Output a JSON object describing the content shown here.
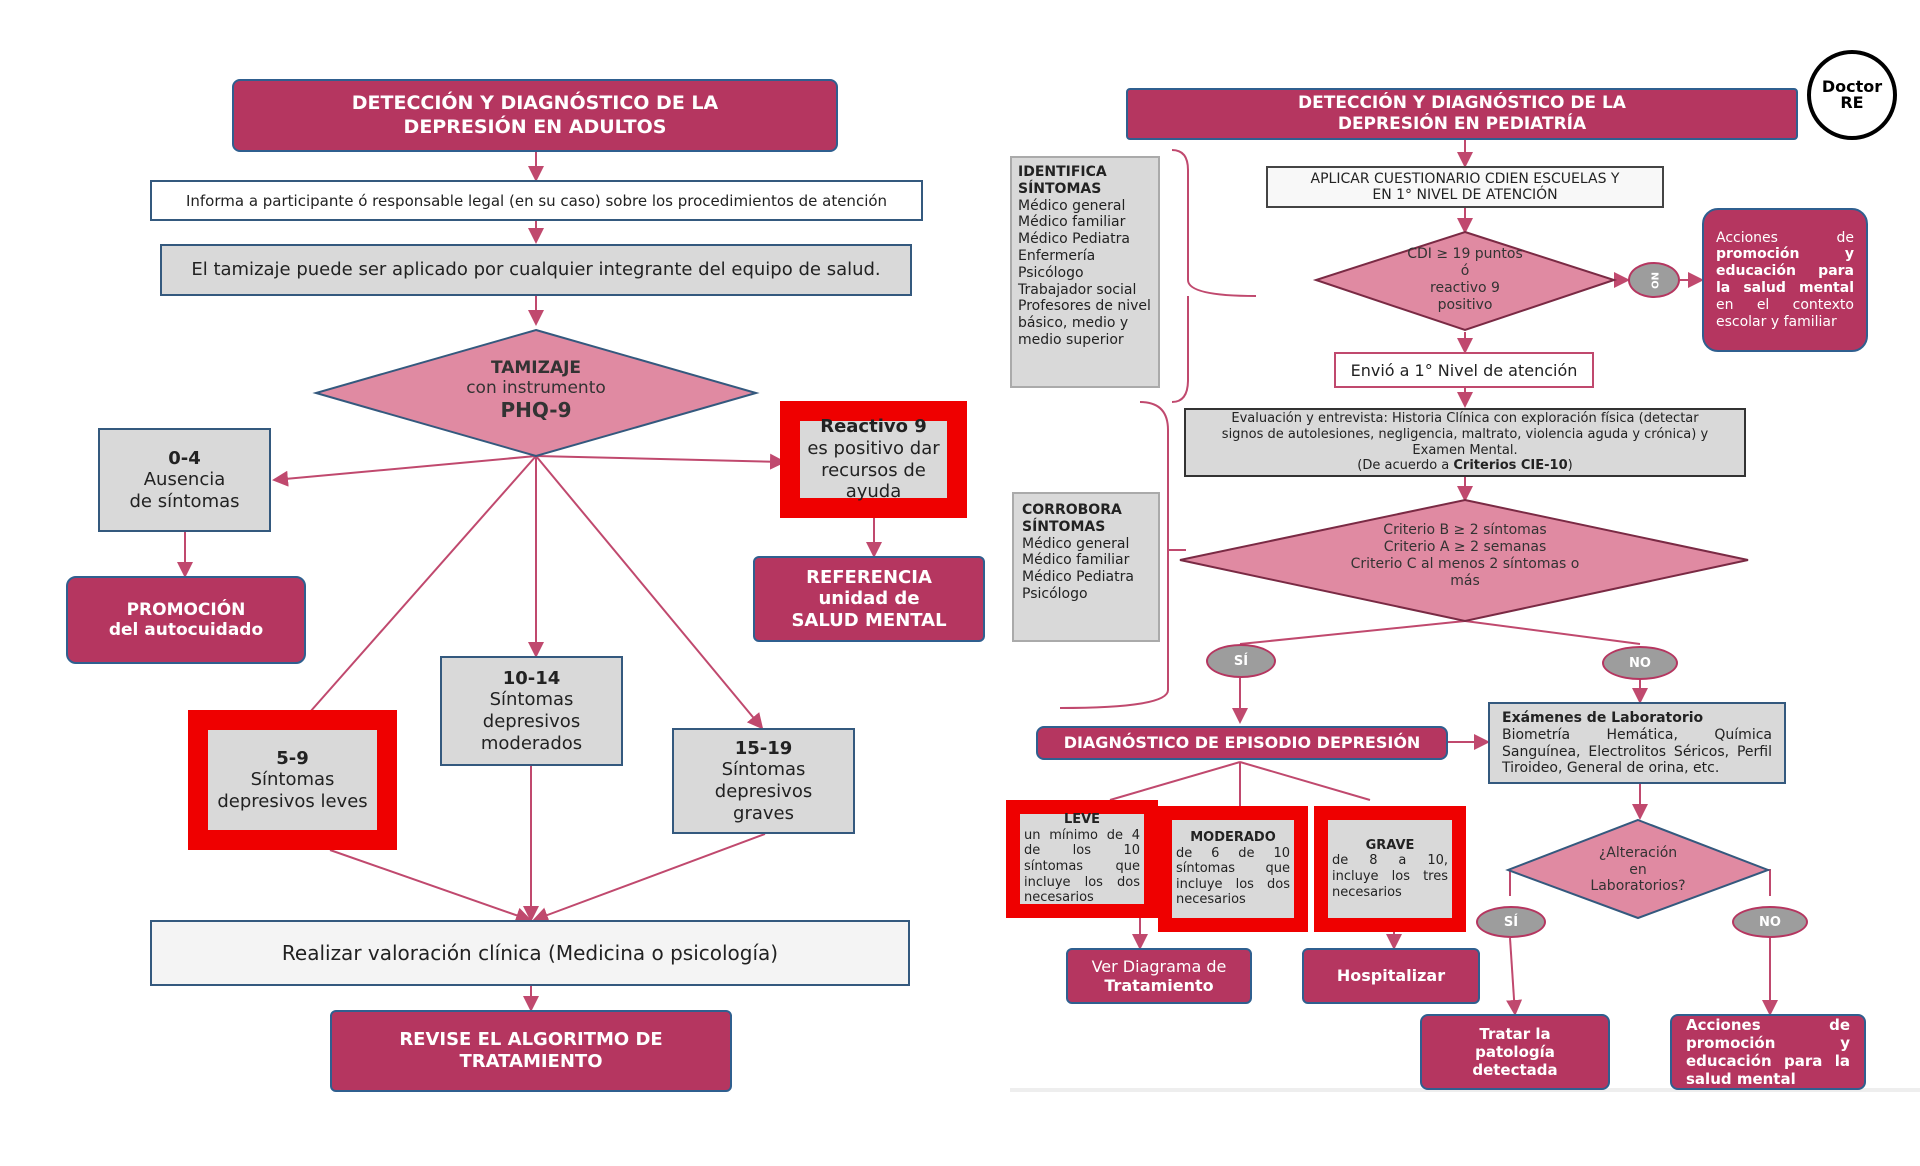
{
  "adults": {
    "title_l1": "DETECCIÓN Y DIAGNÓSTICO DE LA",
    "title_l2": "DEPRESIÓN EN ADULTOS",
    "inform": "Informa a participante ó responsable legal (en su caso) sobre los procedimientos de atención",
    "screening_note": "El tamizaje puede ser aplicado por cualquier integrante del equipo de salud.",
    "tamizaje_title": "TAMIZAJE",
    "tamizaje_sub": "con instrumento",
    "tamizaje_tool": "PHQ-9",
    "score_0_4": "0-4",
    "score_0_4_l1": "Ausencia",
    "score_0_4_l2": "de síntomas",
    "promo": "PROMOCIÓN",
    "promo_l2": "del autocuidado",
    "item9_title": "Reactivo 9",
    "item9_l1": "es positivo dar",
    "item9_l2": "recursos de",
    "item9_l3": "ayuda",
    "ref_l1": "REFERENCIA",
    "ref_l2": "unidad de",
    "ref_l3": "SALUD MENTAL",
    "score_5_9": "5-9",
    "score_5_9_l1": "Síntomas",
    "score_5_9_l2": "depresivos leves",
    "score_10_14": "10-14",
    "score_10_14_l1": "Síntomas",
    "score_10_14_l2": "depresivos",
    "score_10_14_l3": "moderados",
    "score_15_19": "15-19",
    "score_15_19_l1": "Síntomas",
    "score_15_19_l2": "depresivos",
    "score_15_19_l3": "graves",
    "clinical": "Realizar valoración clínica (Medicina o psicología)",
    "review_l1": "REVISE EL ALGORITMO DE",
    "review_l2": "TRATAMIENTO"
  },
  "peds": {
    "title_l1": "DETECCIÓN Y DIAGNÓSTICO DE LA",
    "title_l2": "DEPRESIÓN EN PEDIATRÍA",
    "logo_l1": "Doctor",
    "logo_l2": "RE",
    "identify_title": "IDENTIFICA SÍNTOMAS",
    "identify_list": [
      "Médico general",
      "Médico familiar",
      "Médico Pediatra",
      "Enfermería",
      "Psicólogo",
      "Trabajador social",
      "Profesores de nivel básico, medio y medio superior"
    ],
    "corrob_title": "CORROBORA SÍNTOMAS",
    "corrob_list": [
      "Médico general",
      "Médico familiar",
      "Médico Pediatra",
      "Psicólogo"
    ],
    "cdi_l1": "APLICAR CUESTIONARIO CDIEN  ESCUELAS Y",
    "cdi_l2": "EN 1° NIVEL DE ATENCIÓN",
    "cdi_d1": "CDI ≥ 19 puntos",
    "cdi_d2": "ó",
    "cdi_d3": "reactivo 9",
    "cdi_d4": "positivo",
    "no": "NO",
    "yes": "SÍ",
    "promo_a": "Acciones de",
    "promo_b": "promoción y educación para la salud mental",
    "promo_c": "en el contexto escolar y familiar",
    "send": "Envió a 1° Nivel de atención",
    "eval_l1": "Evaluación y entrevista: Historia Clínica con exploración física (detectar",
    "eval_l2": "signos de autolesiones, negligencia, maltrato, violencia aguda y crónica) y",
    "eval_l3": "Examen Mental.",
    "eval_l4a": "(De acuerdo a ",
    "eval_l4b": "Criterios CIE-10",
    "eval_l4c": ")",
    "crit_l1": "Criterio B  ≥ 2 síntomas",
    "crit_l2": "Criterio A  ≥ 2 semanas",
    "crit_l3": "Criterio C al menos 2 síntomas o",
    "crit_l4": "más",
    "diag": "DIAGNÓSTICO DE EPISODIO DEPRESIÓN",
    "labs_title": "Exámenes de Laboratorio",
    "labs_text": "Biometría Hemática, Química Sanguínea, Electrolitos Séricos, Perfil Tiroideo, General de orina, etc.",
    "leve_t": "LEVE",
    "leve_d": "un mínimo de 4 de los 10 síntomas que incluye los dos necesarios",
    "mod_t": "MODERADO",
    "mod_d": "de 6 de 10 síntomas que incluye los dos necesarios",
    "grave_t": "GRAVE",
    "grave_d": "de 8 a 10, incluye los tres necesarios",
    "alt_l1": "¿Alteración",
    "alt_l2": "en",
    "alt_l3": "Laboratorios?",
    "see_l1": "Ver Diagrama de",
    "see_l2": "Tratamiento",
    "hosp": "Hospitalizar",
    "treat": "Tratar la patología detectada",
    "promo2_a": "Acciones de",
    "promo2_b": "promoción y educación para la salud mental"
  },
  "colors": {
    "brand": "#b53660",
    "diamond": "#e08aa2",
    "highlight": "#ef0000",
    "box_grey": "#d9d9d9"
  }
}
